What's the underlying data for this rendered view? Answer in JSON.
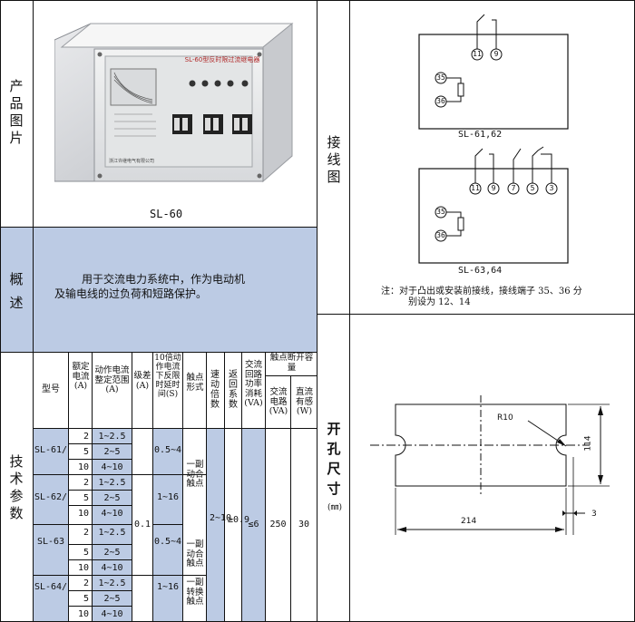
{
  "labels": {
    "product_image": [
      "产",
      "品",
      "图",
      "片"
    ],
    "overview": [
      "概",
      "述"
    ],
    "tech_params": [
      "技",
      "术",
      "参",
      "数"
    ],
    "wiring": [
      "接",
      "线",
      "图"
    ],
    "cutout": [
      "开",
      "孔",
      "尺",
      "寸"
    ],
    "cutout_unit": "(㎜)"
  },
  "product": {
    "model_caption": "SL-60",
    "panel_title": "SL-60型反时限过流继电器",
    "panel_maker": "浙江许继电气有限公司"
  },
  "overview_text": [
    "用于交流电力系统中，作为电动机",
    "及输电线的过负荷和短路保护。"
  ],
  "table": {
    "headers": {
      "model": "型号",
      "rated_current": "额定电流(A)",
      "setting_range": "动作电流整定范围(A)",
      "tolerance": "级差(A)",
      "delay": "10倍动作电流下反限时延时间(S)",
      "contact_form": "触点形式",
      "quick_multiple": "速动倍数",
      "return_coef": "返回系数",
      "power": "交流回路功率消耗(VA)",
      "breaking_group": "触点断开容量",
      "ac": "交流电路(VA)",
      "dc": "直流有感(W)"
    },
    "models": [
      "SL-61/",
      "SL-62/",
      "SL-63",
      "SL-64/"
    ],
    "rated": [
      "2",
      "5",
      "10",
      "2",
      "5",
      "10",
      "2",
      "5",
      "10",
      "2",
      "5",
      "10"
    ],
    "ranges": [
      "1~2.5",
      "2~5",
      "4~10",
      "1~2.5",
      "2~5",
      "4~10",
      "1~2.5",
      "2~5",
      "4~10",
      "1~2.5",
      "2~5",
      "4~10"
    ],
    "tolerance_value": "0.1",
    "delays": [
      "0.5~4",
      "1~16",
      "0.5~4",
      "1~16"
    ],
    "contacts": [
      "一副动合触点",
      "一副动合触点",
      "一副转换触点"
    ],
    "quick": "2~10",
    "return": "≥0.9",
    "power_value": "≤6",
    "ac_value": "250",
    "dc_value": "30"
  },
  "wiring": {
    "diagram1_caption": "SL-61,62",
    "diagram2_caption": "SL-63,64",
    "t11": "11",
    "t9": "9",
    "t7": "7",
    "t5": "5",
    "t3": "3",
    "t35": "35",
    "t36": "36",
    "note": [
      "注：对于凸出或安装前接线，接线端子 35、36 分",
      "别设为 12、14"
    ]
  },
  "cutout": {
    "radius": "R10",
    "width": "214",
    "height": "114",
    "gap": "3"
  }
}
